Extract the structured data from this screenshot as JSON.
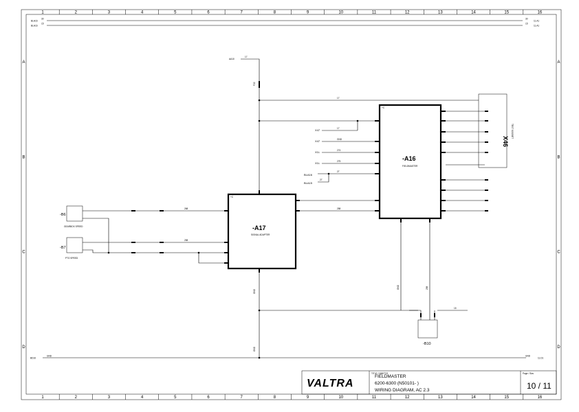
{
  "grid": {
    "columns": [
      "1",
      "2",
      "3",
      "4",
      "5",
      "6",
      "7",
      "8",
      "9",
      "10",
      "11",
      "12",
      "13",
      "14",
      "15",
      "16"
    ],
    "rows": [
      "A",
      "B",
      "C",
      "D"
    ]
  },
  "supply": {
    "top_left": [
      {
        "ref": "BLA16",
        "wire": "30"
      },
      {
        "ref": "BLA16",
        "wire": "15"
      }
    ],
    "top_right": [
      {
        "wire": "30",
        "ref": "11.A1"
      },
      {
        "wire": "15",
        "ref": "11.A1"
      }
    ],
    "ground_left": {
      "ref": "BD16",
      "wire": "GND"
    },
    "ground_right": {
      "wire": "GND",
      "ref": "11.D1"
    },
    "aa10": {
      "ref": "AA10",
      "wire": "17"
    }
  },
  "modules": {
    "a16": {
      "name": "-A16",
      "subtitle": "FIELDMASTER"
    },
    "a17": {
      "name": "-A17",
      "subtitle": "SIGNAL ADAPTER"
    },
    "x46": {
      "name": "X46",
      "subtitle": "TEST SOCKET"
    },
    "b10": {
      "name": "-B10"
    }
  },
  "sensors": {
    "b6": {
      "name": "-B6",
      "caption": "GEARBOX SPEED"
    },
    "b7": {
      "name": "-B7",
      "caption": "PTO SPEED"
    }
  },
  "signals": {
    "x47a": "X47",
    "x47b": "X47",
    "x1l": "X1L",
    "x1l2": "X1L",
    "bla16": "BLA16",
    "bla15": "BLA15"
  },
  "wires": {
    "w17": "17",
    "wgnd": "GND",
    "w274": "274",
    "w275": "275",
    "w27": "27",
    "w28": "27",
    "w268": "268",
    "w258": "258",
    "w258b": "258",
    "w15": "15",
    "w15b": "15",
    "wgnd2": "GND",
    "wgnd3": "GND",
    "wgnd4": "GND",
    "w30": "30",
    "w30b": "30"
  },
  "title_block": {
    "brand": "VALTRA",
    "line1": "FIELDMASTER",
    "line2": "6200-6300 (N50101- )",
    "line3": "WIRING DIAGRAM, AC 2.3",
    "page": "10 / 11",
    "title_caption": "TITLE / NIMITYS",
    "page_caption": "Page / Sivu"
  }
}
